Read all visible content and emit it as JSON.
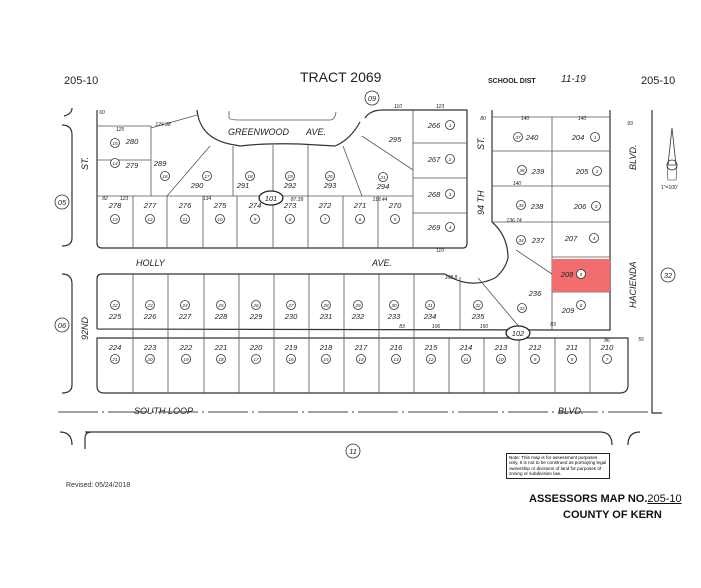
{
  "header": {
    "map_ref_left": "205-10",
    "tract": "TRACT 2069",
    "school_dist_label": "SCHOOL DIST",
    "school_dist_value": "11-19",
    "map_ref_right": "205-10"
  },
  "streets": {
    "greenwood": "GREENWOOD",
    "greenwood_suffix": "AVE.",
    "holly": "HOLLY",
    "holly_suffix": "AVE.",
    "st_92": "92ND",
    "st_92_suffix": "ST.",
    "st_94": "94 TH",
    "st_94_suffix": "ST.",
    "hacienda": "HACIENDA",
    "hacienda_suffix": "BLVD.",
    "south_loop": "SOUTH LOOP",
    "south_loop_suffix": "BLVD."
  },
  "book_pages": [
    "05",
    "06",
    "09",
    "32",
    "11"
  ],
  "block_numbers": [
    "101",
    "102"
  ],
  "scale": "1\"=100'",
  "highlight_color": "#f26d6d",
  "highlighted_parcel": {
    "apn": "208",
    "lot": "5"
  },
  "parcels_upper_bottom_row": [
    {
      "apn": "278",
      "lot": "13"
    },
    {
      "apn": "277",
      "lot": "12"
    },
    {
      "apn": "276",
      "lot": "11"
    },
    {
      "apn": "275",
      "lot": "10"
    },
    {
      "apn": "274",
      "lot": "9"
    },
    {
      "apn": "273",
      "lot": "8"
    },
    {
      "apn": "272",
      "lot": "7"
    },
    {
      "apn": "271",
      "lot": "6"
    },
    {
      "apn": "270",
      "lot": "5"
    }
  ],
  "parcels_upper_top_row": [
    {
      "apn": "280",
      "lot": "15"
    },
    {
      "apn": "279",
      "lot": "14"
    },
    {
      "apn": "289",
      "lot": "16"
    },
    {
      "apn": "290",
      "lot": "17"
    },
    {
      "apn": "291",
      "lot": "18"
    },
    {
      "apn": "292",
      "lot": "19"
    },
    {
      "apn": "293",
      "lot": "20"
    },
    {
      "apn": "294",
      "lot": "21"
    },
    {
      "apn": "295",
      "lot": ""
    }
  ],
  "parcels_upper_right_column": [
    {
      "apn": "266",
      "lot": "1"
    },
    {
      "apn": "267",
      "lot": "2"
    },
    {
      "apn": "268",
      "lot": "3"
    },
    {
      "apn": "269",
      "lot": "4"
    }
  ],
  "parcels_east_block": [
    {
      "apn": "240",
      "lot": "37"
    },
    {
      "apn": "204",
      "lot": "1"
    },
    {
      "apn": "239",
      "lot": "36"
    },
    {
      "apn": "205",
      "lot": "2"
    },
    {
      "apn": "238",
      "lot": "35"
    },
    {
      "apn": "206",
      "lot": "3"
    },
    {
      "apn": "237",
      "lot": "34"
    },
    {
      "apn": "207",
      "lot": "4"
    },
    {
      "apn": "208",
      "lot": "5"
    },
    {
      "apn": "209",
      "lot": "6"
    },
    {
      "apn": "236",
      "lot": "33"
    }
  ],
  "parcels_lower_top_row": [
    {
      "apn": "225",
      "lot": "22"
    },
    {
      "apn": "226",
      "lot": "23"
    },
    {
      "apn": "227",
      "lot": "24"
    },
    {
      "apn": "228",
      "lot": "25"
    },
    {
      "apn": "229",
      "lot": "26"
    },
    {
      "apn": "230",
      "lot": "27"
    },
    {
      "apn": "231",
      "lot": "28"
    },
    {
      "apn": "232",
      "lot": "29"
    },
    {
      "apn": "233",
      "lot": "30"
    },
    {
      "apn": "234",
      "lot": "31"
    },
    {
      "apn": "235",
      "lot": "32"
    }
  ],
  "parcels_lower_bottom_row": [
    {
      "apn": "224",
      "lot": "21"
    },
    {
      "apn": "223",
      "lot": "20"
    },
    {
      "apn": "222",
      "lot": "19"
    },
    {
      "apn": "221",
      "lot": "18"
    },
    {
      "apn": "220",
      "lot": "17"
    },
    {
      "apn": "219",
      "lot": "16"
    },
    {
      "apn": "218",
      "lot": "15"
    },
    {
      "apn": "217",
      "lot": "14"
    },
    {
      "apn": "216",
      "lot": "13"
    },
    {
      "apn": "215",
      "lot": "12"
    },
    {
      "apn": "214",
      "lot": "11"
    },
    {
      "apn": "213",
      "lot": "10"
    },
    {
      "apn": "212",
      "lot": "9"
    },
    {
      "apn": "211",
      "lot": "8"
    },
    {
      "apn": "210",
      "lot": "7"
    }
  ],
  "dimensions": [
    "125",
    "124.98",
    "140",
    "140",
    "110",
    "123",
    "80",
    "60",
    "93",
    "140",
    "136.74",
    "83",
    "82",
    "134",
    "87.39",
    "123",
    "110",
    "118.44",
    "83",
    "106",
    "150",
    "86",
    "55",
    "108.8"
  ],
  "note": "Note: This map is for assessment purposes only. It is not to be construed as portraying legal ownership or divisions of land for purposes of zoning or subdivision law.",
  "footer": {
    "revised": "Revised: 05/24/2018",
    "assessors_label": "ASSESSORS MAP NO.",
    "assessors_no": "205-10",
    "county": "COUNTY OF KERN"
  }
}
